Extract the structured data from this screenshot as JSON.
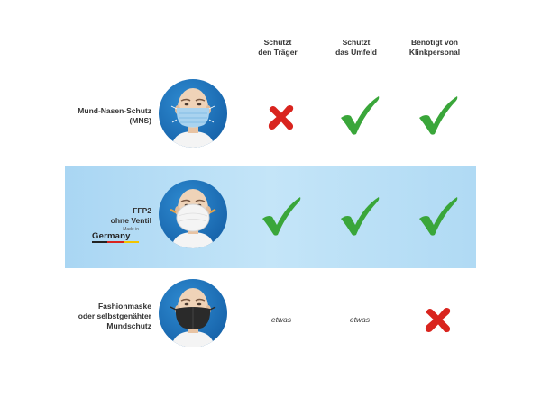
{
  "columns": [
    {
      "line1": "Schützt",
      "line2": "den Träger"
    },
    {
      "line1": "Schützt",
      "line2": "das Umfeld"
    },
    {
      "line1": "Benötigt von",
      "line2": "Klinkpersonal"
    }
  ],
  "rows": [
    {
      "label_lines": [
        "Mund-Nasen-Schutz",
        "(MNS)"
      ],
      "mask": "surgical-mask",
      "values": [
        {
          "kind": "cross"
        },
        {
          "kind": "check"
        },
        {
          "kind": "check"
        }
      ]
    },
    {
      "label_lines": [
        "FFP2",
        "ohne Ventil"
      ],
      "mask": "ffp2-mask",
      "badge": {
        "small": "Made in",
        "big": "Germany"
      },
      "values": [
        {
          "kind": "check"
        },
        {
          "kind": "check"
        },
        {
          "kind": "check"
        }
      ]
    },
    {
      "label_lines": [
        "Fashionmaske",
        "oder selbstgenähter",
        "Mundschutz"
      ],
      "mask": "fabric-mask",
      "values": [
        {
          "kind": "text",
          "text": "etwas"
        },
        {
          "kind": "text",
          "text": "etwas"
        },
        {
          "kind": "cross"
        }
      ]
    }
  ],
  "colors": {
    "check": "#3aa63a",
    "cross": "#d9241e",
    "portrait_bg": "#1967ae",
    "highlight_band": "#b6def6",
    "surgical_mask": "#a9d3ef",
    "ffp2_mask": "#f4f4f4",
    "fabric_mask": "#2a2a2a"
  }
}
